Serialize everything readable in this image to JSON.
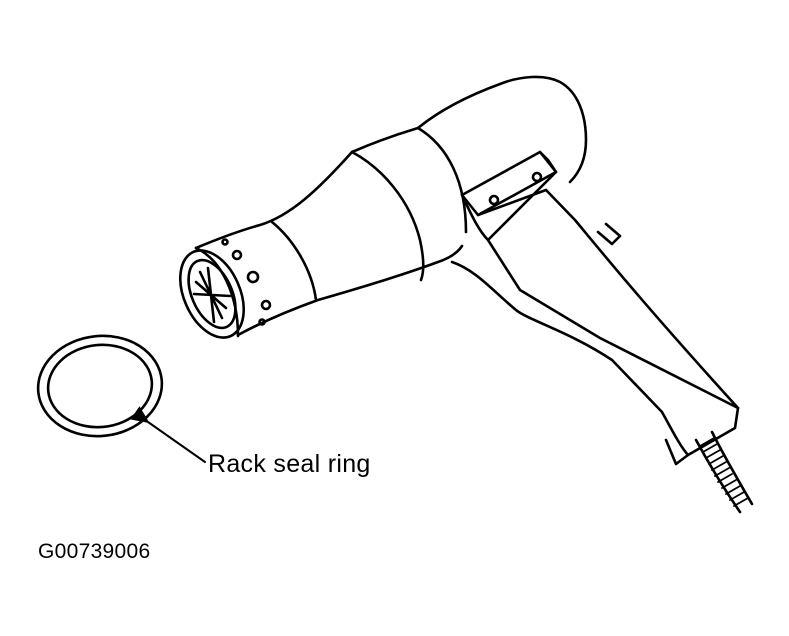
{
  "figure": {
    "callout_label": "Rack seal ring",
    "figure_id": "G00739006"
  },
  "parts": {
    "heat_gun": "heat-gun",
    "seal_ring": "rack-seal-ring"
  },
  "colors": {
    "line": "#000000",
    "background": "#ffffff"
  }
}
